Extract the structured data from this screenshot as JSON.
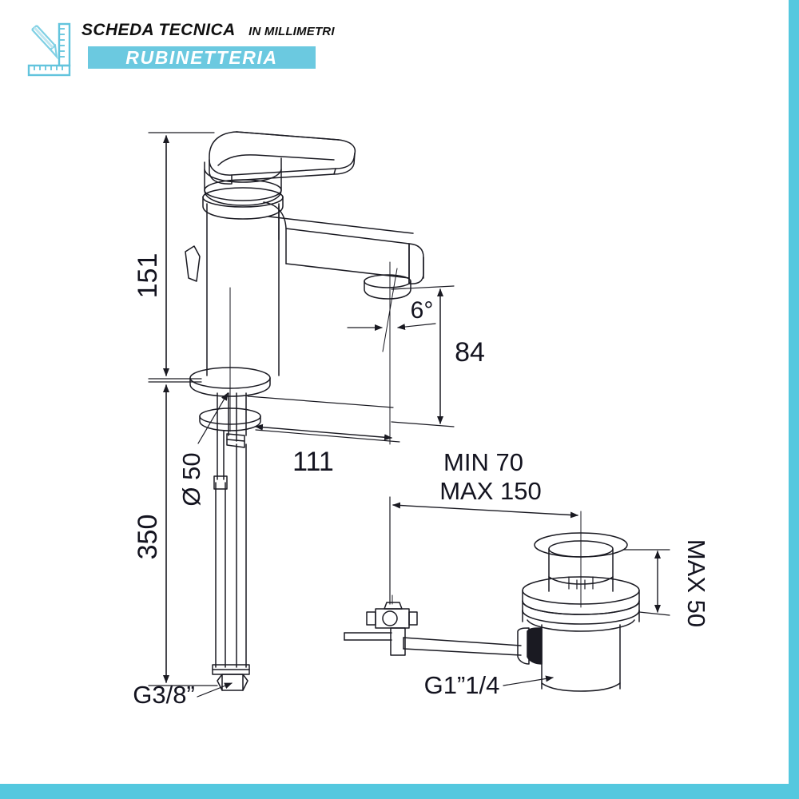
{
  "header": {
    "icon_name": "pencil-and-ruler-icon",
    "title_main": "SCHEDA TECNICA",
    "title_sub": "IN MILLIMETRI",
    "banner_label": "RUBINETTERIA",
    "banner_color": "#6bc9e0"
  },
  "frame": {
    "border_color": "#54c8df"
  },
  "drawing": {
    "line_color": "#1a1a22",
    "faucet_label": "basin-mixer-tap",
    "drain_label": "pop-up-waste-drain"
  },
  "dimensions": {
    "height_total": "151",
    "height_below": "350",
    "spout_reach": "111",
    "spout_height": "84",
    "spout_angle": "6°",
    "flange_diameter": "Ø 50",
    "inlet_thread": "G3/8”",
    "drain_thread": "G1”1/4",
    "drain_min": "MIN 70",
    "drain_max": "MAX 150",
    "drain_max_height": "MAX 50"
  }
}
